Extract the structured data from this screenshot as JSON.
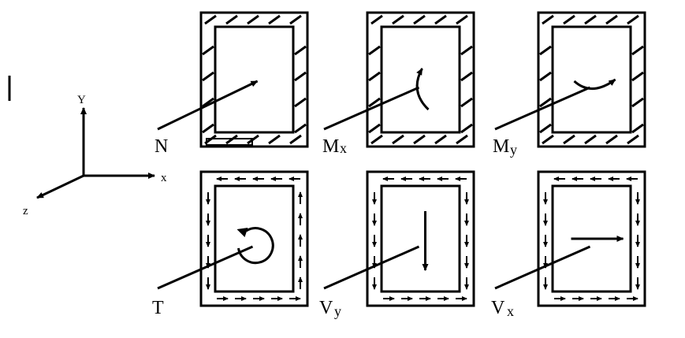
{
  "axes": {
    "x": "x",
    "y": "Y",
    "z": "z"
  },
  "panels": [
    {
      "id": "N",
      "main": "N",
      "sub": "",
      "pattern": "normal",
      "arrow": "straight"
    },
    {
      "id": "Mx",
      "main": "M",
      "sub": "x",
      "pattern": "normal",
      "arrow": "moment-x"
    },
    {
      "id": "My",
      "main": "M",
      "sub": "y",
      "pattern": "normal",
      "arrow": "moment-y"
    },
    {
      "id": "T",
      "main": "T",
      "sub": "",
      "pattern": "shear-ring",
      "arrow": "torsion"
    },
    {
      "id": "Vy",
      "main": "V",
      "sub": "y",
      "pattern": "shear-vertical",
      "arrow": "shear-y"
    },
    {
      "id": "Vx",
      "main": "V",
      "sub": "x",
      "pattern": "shear-vertical",
      "arrow": "shear-x"
    }
  ]
}
